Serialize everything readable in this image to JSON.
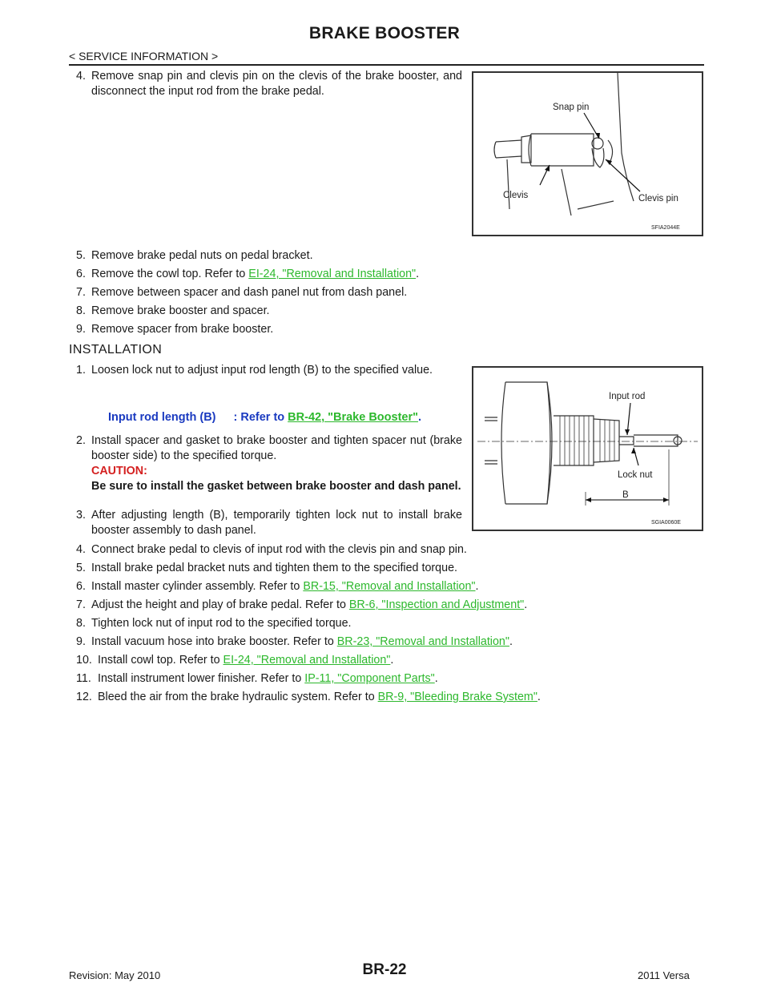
{
  "header": {
    "title": "BRAKE BOOSTER",
    "section": "< SERVICE INFORMATION >"
  },
  "removal_steps": [
    {
      "num": "4.",
      "text": "Remove snap pin and clevis pin on the clevis of the brake booster, and disconnect the input rod from the brake pedal."
    },
    {
      "num": "5.",
      "text": "Remove brake pedal nuts on pedal bracket."
    },
    {
      "num": "6.",
      "text": "Remove the cowl top. Refer to ",
      "link": "EI-24, \"Removal and Installation\"",
      "after": "."
    },
    {
      "num": "7.",
      "text": "Remove between spacer and dash panel nut from dash panel."
    },
    {
      "num": "8.",
      "text": "Remove brake booster and spacer."
    },
    {
      "num": "9.",
      "text": "Remove spacer from brake booster."
    }
  ],
  "installation": {
    "heading": "INSTALLATION",
    "steps": [
      {
        "num": "1.",
        "text": "Loosen lock nut to adjust input rod length (B) to the specified value."
      },
      {
        "num": "2.",
        "text": "Install spacer and gasket to brake booster and tighten spacer nut (brake booster side) to the specified torque."
      },
      {
        "num": "3.",
        "text": "After adjusting length (B), temporarily tighten lock nut to install brake booster assembly to dash panel."
      },
      {
        "num": "4.",
        "text": "Connect brake pedal to clevis of input rod with the clevis pin and snap pin."
      },
      {
        "num": "5.",
        "text": "Install brake pedal bracket nuts and tighten them to the specified torque."
      },
      {
        "num": "6.",
        "text": "Install master cylinder assembly. Refer to ",
        "link": "BR-15, \"Removal and Installation\"",
        "after": "."
      },
      {
        "num": "7.",
        "text": "Adjust the height and play of brake pedal. Refer to ",
        "link": "BR-6, \"Inspection and Adjustment\"",
        "after": "."
      },
      {
        "num": "8.",
        "text": "Tighten lock nut of input rod to the specified torque."
      },
      {
        "num": "9.",
        "text": "Install vacuum hose into brake booster. Refer to ",
        "link": "BR-23, \"Removal and Installation\"",
        "after": "."
      },
      {
        "num": "10.",
        "text": "Install cowl top. Refer to ",
        "link": "EI-24, \"Removal and Installation\"",
        "after": "."
      },
      {
        "num": "11.",
        "text": "Install instrument lower finisher. Refer to ",
        "link": "IP-11, \"Component Parts\"",
        "after": "."
      },
      {
        "num": "12.",
        "text": "Bleed the air from the brake hydraulic system. Refer to ",
        "link": "BR-9, \"Bleeding Brake System\"",
        "after": "."
      }
    ],
    "spec": {
      "label": "Input rod length (B)",
      "sep": ": Refer to ",
      "link": "BR-42, \"Brake Booster\"",
      "after": "."
    },
    "caution": {
      "heading": "CAUTION:",
      "text": "Be sure to install the gasket between brake booster and dash panel."
    }
  },
  "figures": {
    "fig1": {
      "snap_pin": "Snap pin",
      "clevis": "Clevis",
      "clevis_pin": "Clevis pin",
      "code": "SFIA2044E"
    },
    "fig2": {
      "input_rod": "Input rod",
      "lock_nut": "Lock nut",
      "b": "B",
      "code": "SGIA0060E"
    }
  },
  "footer": {
    "revision": "Revision: May 2010",
    "page": "BR-22",
    "model": "2011 Versa"
  },
  "colors": {
    "link": "#2db82d",
    "spec": "#1a3ac0",
    "caution": "#d42020"
  }
}
